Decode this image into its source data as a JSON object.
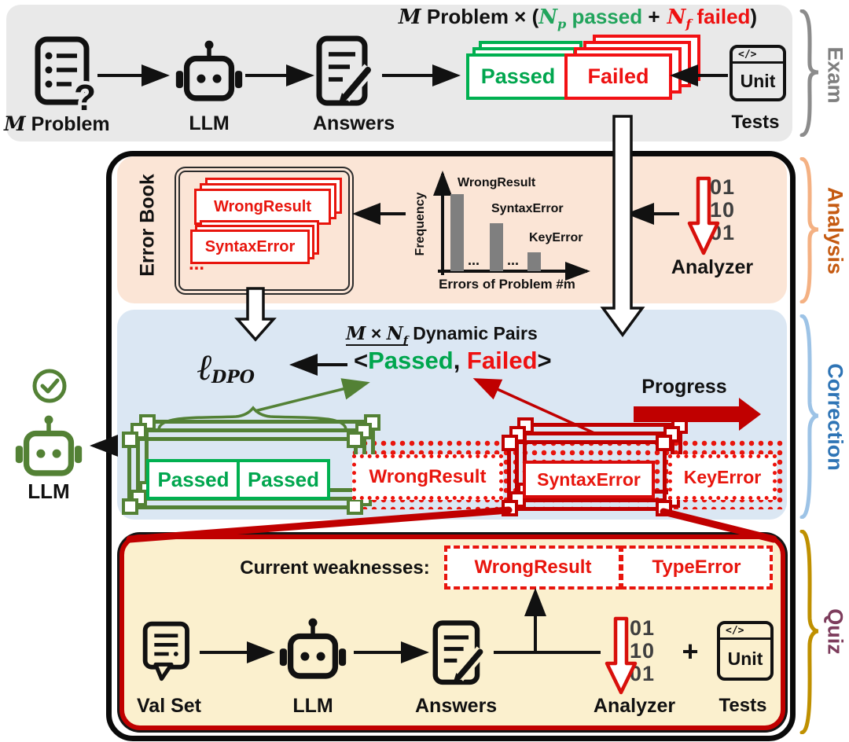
{
  "stages": {
    "exam": "Exam",
    "analysis": "Analysis",
    "correction": "Correction",
    "quiz": "Quiz"
  },
  "colors": {
    "green": "#00B050",
    "dark_green": "#538135",
    "red": "#EE1111",
    "dark_red": "#C00000",
    "gray_panel": "#E9E9E9",
    "peach_panel": "#FBE5D6",
    "blue_panel": "#DBE7F3",
    "cream_panel": "#FBF0CE",
    "bar_gray": "#7F7F7F",
    "exam_label": "#7F7F7F",
    "analysis_label": "#C55A11",
    "correction_label": "#2E74B5",
    "quiz_label": "#7D3C5C"
  },
  "exam": {
    "header": {
      "m": "M",
      "problem": " Problem × (",
      "n1": "N",
      "sub1": "p",
      "passed": " passed ",
      "plus": "+",
      "n2": " N",
      "sub2": "f",
      "failed": " failed",
      "close": ")"
    },
    "problem_m": "M",
    "problem_word": " Problem",
    "llm": "LLM",
    "answers": "Answers",
    "passed_card": "Passed",
    "failed_card": "Failed",
    "unit_code": "</>",
    "unit_word": "Unit",
    "tests": "Tests"
  },
  "analysis": {
    "error_book": "Error Book",
    "book_cards": [
      "WrongResult",
      "SyntaxError"
    ],
    "book_ellipsis": "...",
    "analyzer": "Analyzer",
    "bits": [
      "01",
      "10",
      "01"
    ]
  },
  "chart_data": {
    "type": "bar",
    "categories": [
      "WrongResult",
      "SyntaxError",
      "KeyError"
    ],
    "values": [
      9,
      5.5,
      2
    ],
    "title": "",
    "xlabel": "Errors of Problem #m",
    "ylabel": "Frequency",
    "ylim": [
      0,
      10
    ],
    "grid": false,
    "legend": false,
    "bar_color": "#7F7F7F",
    "tick_gap_marks": [
      "...",
      "..."
    ]
  },
  "correction": {
    "loss_symbol": "ℓ",
    "loss_sub": "DPO",
    "pairs_m": "M",
    "pairs_times": " × ",
    "pairs_n": "N",
    "pairs_sub": "f",
    "pairs_text": " Dynamic Pairs",
    "pair_open": "<",
    "pair_passed": "Passed",
    "pair_comma": ", ",
    "pair_failed": "Failed",
    "pair_close": ">",
    "progress": "Progress",
    "passed_cards": [
      "Passed",
      "Passed"
    ],
    "wrong_card": "WrongResult",
    "syntax_card": "SyntaxError",
    "key_card": "KeyError",
    "llm": "LLM"
  },
  "quiz": {
    "weaknesses_label": "Current weaknesses:",
    "weakness_cards": [
      "WrongResult",
      "TypeError"
    ],
    "val_set": "Val Set",
    "llm": "LLM",
    "answers": "Answers",
    "analyzer": "Analyzer",
    "bits": [
      "01",
      "10",
      "01"
    ],
    "plus": "+",
    "unit_code": "</>",
    "unit_word": "Unit",
    "tests": "Tests"
  }
}
